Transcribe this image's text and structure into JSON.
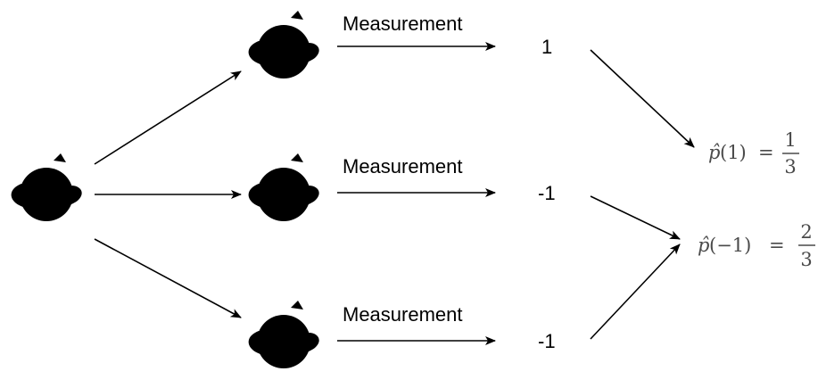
{
  "measurement_label": "Measurement",
  "outcomes": [
    "1",
    "-1",
    "-1"
  ],
  "estimates": [
    {
      "func": "p̂",
      "arg": "(1)",
      "eq": "=",
      "num": "1",
      "den": "3"
    },
    {
      "func": "p̂",
      "arg": "(−1)",
      "eq": "=",
      "num": "2",
      "den": "3"
    }
  ],
  "icons": [
    "qubit-sphere-icon"
  ]
}
